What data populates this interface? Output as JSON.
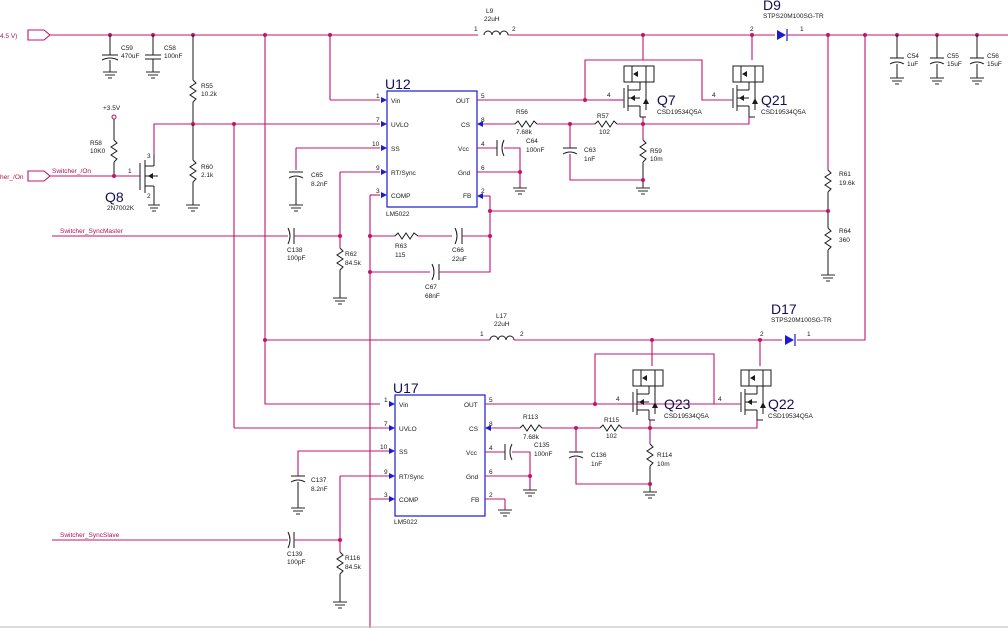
{
  "nets": {
    "vin": "4.5 V)",
    "sw_on": "her_/On",
    "sw_on2": "Switcher_/On",
    "sync_master": "Switcher_SyncMaster",
    "sync_slave": "Switcher_SyncSlave",
    "v35": "+3.5V"
  },
  "u12": {
    "ref": "U12",
    "part": "LM5022",
    "pins_left": [
      "Vin",
      "UVLO",
      "SS",
      "RT/Sync",
      "COMP"
    ],
    "pins_left_num": [
      "1",
      "7",
      "10",
      "9",
      "3"
    ],
    "pins_right": [
      "OUT",
      "CS",
      "Vcc",
      "Gnd",
      "FB"
    ],
    "pins_right_num": [
      "5",
      "8",
      "4",
      "6",
      "2"
    ]
  },
  "u17": {
    "ref": "U17",
    "part": "LM5022",
    "pins_left": [
      "Vin",
      "UVLO",
      "SS",
      "RT/Sync",
      "COMP"
    ],
    "pins_left_num": [
      "1",
      "7",
      "10",
      "9",
      "3"
    ],
    "pins_right": [
      "OUT",
      "CS",
      "Vcc",
      "Gnd",
      "FB"
    ],
    "pins_right_num": [
      "5",
      "8",
      "4",
      "6",
      "2"
    ]
  },
  "parts": {
    "l9": {
      "ref": "L9",
      "val": "22uH",
      "p1": "1",
      "p2": "2"
    },
    "l17": {
      "ref": "L17",
      "val": "22uH",
      "p1": "1",
      "p2": "2"
    },
    "d9": {
      "ref": "D9",
      "val": "STPS20M100SG-TR",
      "p1": "2",
      "p2": "1"
    },
    "d17": {
      "ref": "D17",
      "val": "STPS20M100SG-TR",
      "p1": "2",
      "p2": "1"
    },
    "q7": {
      "ref": "Q7",
      "val": "CSD19534Q5A"
    },
    "q21": {
      "ref": "Q21",
      "val": "CSD19534Q5A"
    },
    "q23": {
      "ref": "Q23",
      "val": "CSD19534Q5A"
    },
    "q22": {
      "ref": "Q22",
      "val": "CSD19534Q5A"
    },
    "q8": {
      "ref": "Q8",
      "val": "2N7002K"
    },
    "c59": {
      "ref": "C59",
      "val": "470uF"
    },
    "c58": {
      "ref": "C58",
      "val": "100nF"
    },
    "c54": {
      "ref": "C54",
      "val": "1uF"
    },
    "c55": {
      "ref": "C55",
      "val": "15uF"
    },
    "c56": {
      "ref": "C56",
      "val": "15uF"
    },
    "r55": {
      "ref": "R55",
      "val": "10.2k"
    },
    "r58": {
      "ref": "R58",
      "val": "10K0"
    },
    "r60": {
      "ref": "R60",
      "val": "2.1k"
    },
    "c65": {
      "ref": "C65",
      "val": "8.2nF"
    },
    "r56": {
      "ref": "R56",
      "val": "7.68k"
    },
    "r57": {
      "ref": "R57",
      "val": "102"
    },
    "c64": {
      "ref": "C64",
      "val": "100nF"
    },
    "c63": {
      "ref": "C63",
      "val": "1nF"
    },
    "r59": {
      "ref": "R59",
      "val": "10m"
    },
    "r61": {
      "ref": "R61",
      "val": "19.6k"
    },
    "r64": {
      "ref": "R64",
      "val": "360"
    },
    "c138": {
      "ref": "C138",
      "val": "100pF"
    },
    "r62": {
      "ref": "R62",
      "val": "84.5k"
    },
    "r63": {
      "ref": "R63",
      "val": "115"
    },
    "c66": {
      "ref": "C66",
      "val": "22uF"
    },
    "c67": {
      "ref": "C67",
      "val": "68nF"
    },
    "r113": {
      "ref": "R113",
      "val": "7.68k"
    },
    "r115": {
      "ref": "R115",
      "val": "102"
    },
    "c135": {
      "ref": "C135",
      "val": "100nF"
    },
    "c136": {
      "ref": "C136",
      "val": "1nF"
    },
    "r114": {
      "ref": "R114",
      "val": "10m"
    },
    "c137": {
      "ref": "C137",
      "val": "8.2nF"
    },
    "c139": {
      "ref": "C139",
      "val": "100pF"
    },
    "r116": {
      "ref": "R116",
      "val": "84.5k"
    }
  },
  "pinnums": {
    "n1": "1",
    "n2": "2",
    "n3": "3",
    "n4": "4"
  }
}
